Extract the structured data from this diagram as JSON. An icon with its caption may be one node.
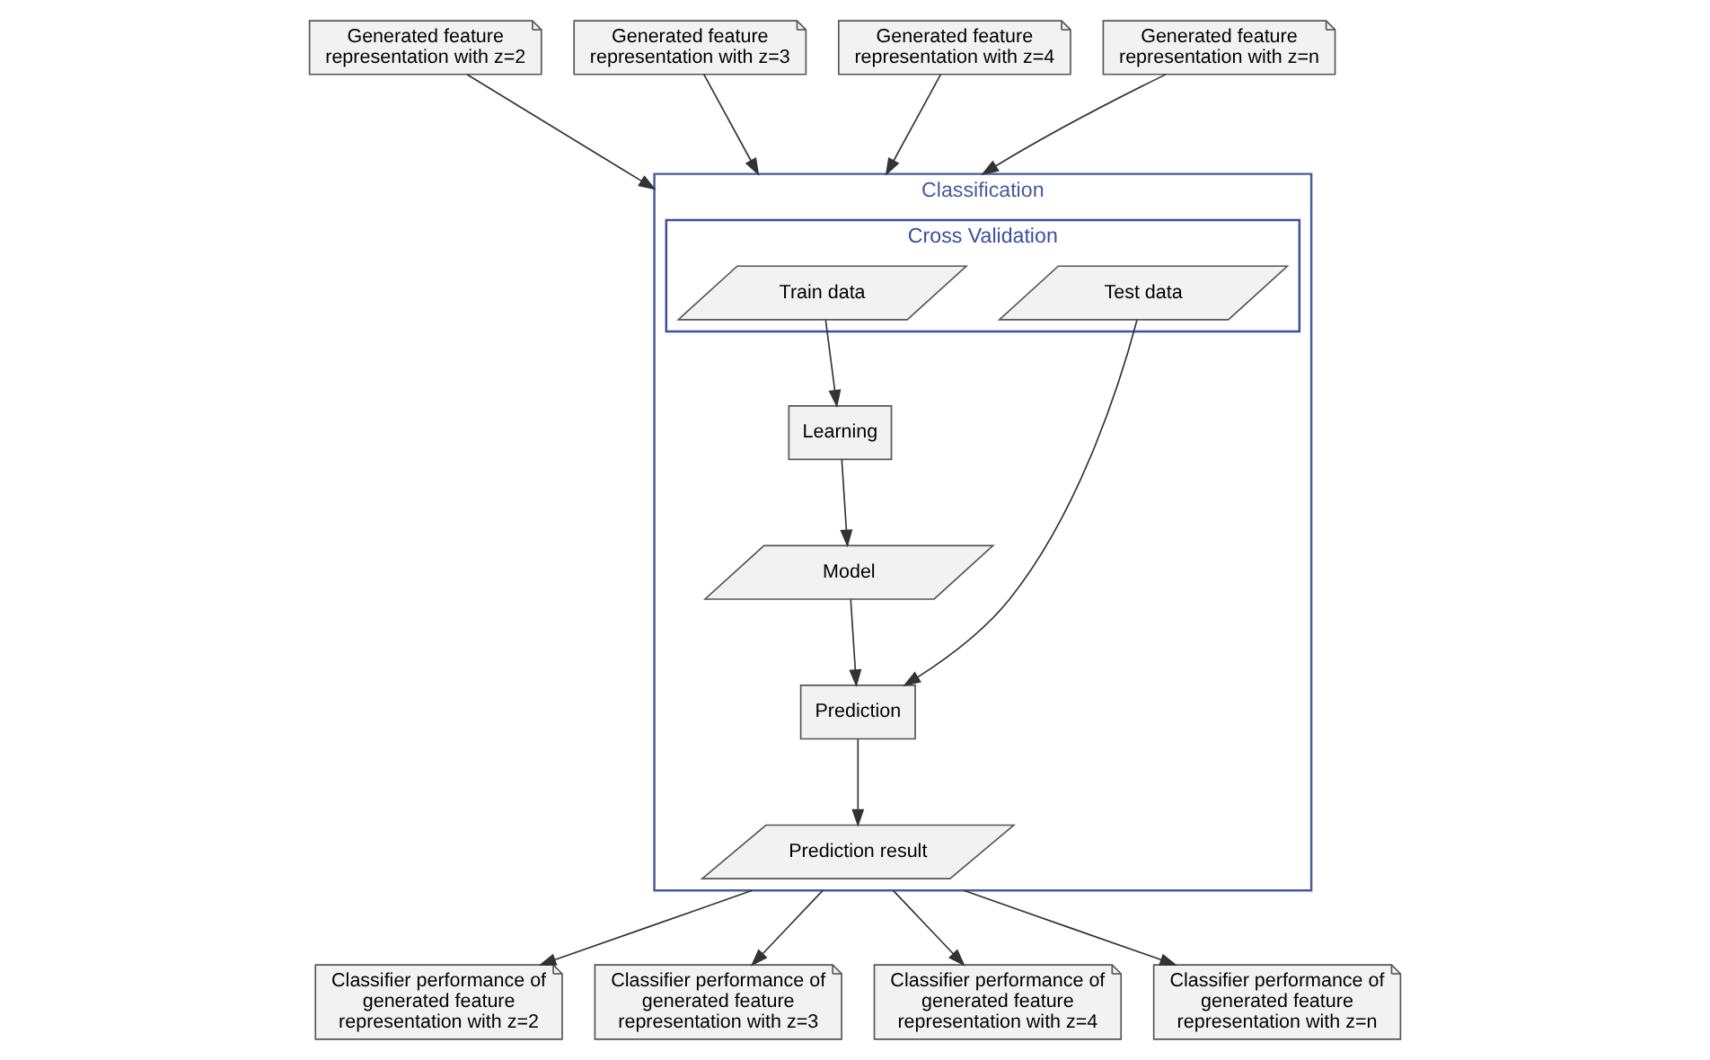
{
  "diagram": {
    "nodes": [
      {
        "text": [
          "Generated feature representation with z=2"
        ]
      },
      {
        "text": [
          "Generated feature representation with z=3"
        ]
      },
      {
        "text": [
          "Generated feature representation with z=4"
        ]
      },
      {
        "text": [
          "Generated feature representation with z=n"
        ]
      },
      {
        "text": [
          "Classification"
        ]
      },
      {
        "text": [
          "Cross Validation"
        ],
        "in": 4
      },
      {
        "text": [
          "Train data"
        ],
        "in": 5
      },
      {
        "text": [
          "Test data"
        ],
        "in": 5
      },
      {
        "text": [
          "Learning"
        ],
        "in": 4
      },
      {
        "text": [
          "Model"
        ],
        "in": 4
      },
      {
        "text": [
          "Prediction"
        ],
        "in": 4
      },
      {
        "text": [
          "Prediction result"
        ],
        "in": 4
      },
      {
        "text": [
          "Classifier performance of generated feature representation with z=2"
        ]
      },
      {
        "text": [
          "Classifier performance of generated feature representation with z=3"
        ]
      },
      {
        "text": [
          "Classifier performance of generated feature representation with z=4"
        ]
      },
      {
        "text": [
          "Classifier performance of generated feature representation with z=n"
        ]
      }
    ],
    "edges": [
      {
        "from": 0,
        "to": 4,
        "arrow": "to"
      },
      {
        "from": 1,
        "to": 4,
        "arrow": "to"
      },
      {
        "from": 2,
        "to": 4,
        "arrow": "to"
      },
      {
        "from": 3,
        "to": 4,
        "arrow": "to"
      },
      {
        "from": 6,
        "to": 8,
        "arrow": "to"
      },
      {
        "from": 8,
        "to": 9,
        "arrow": "to"
      },
      {
        "from": 9,
        "to": 10,
        "arrow": "to"
      },
      {
        "from": 7,
        "to": 10,
        "arrow": "to"
      },
      {
        "from": 10,
        "to": 11,
        "arrow": "to"
      },
      {
        "from": 4,
        "to": 12,
        "arrow": "to"
      },
      {
        "from": 4,
        "to": 13,
        "arrow": "to"
      },
      {
        "from": 4,
        "to": 14,
        "arrow": "to"
      },
      {
        "from": 4,
        "to": 15,
        "arrow": "to"
      }
    ]
  }
}
